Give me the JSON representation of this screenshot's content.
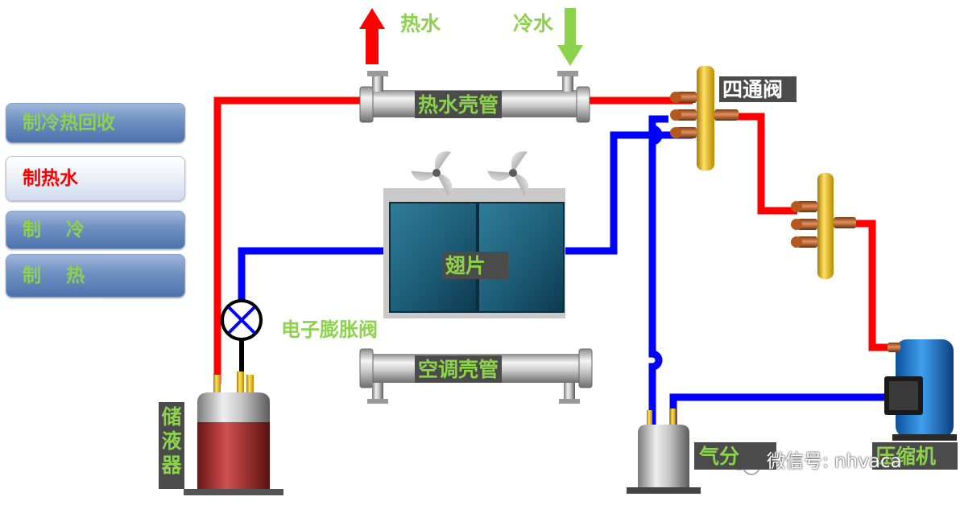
{
  "colors": {
    "hot_pipe": "#ff0000",
    "cold_pipe": "#0000ff",
    "label_green": "#8cd24a",
    "label_box": "#4b4b4b"
  },
  "modes": [
    {
      "label": "制冷热回收",
      "color": "#8cd24a",
      "active": false
    },
    {
      "label": "制热水",
      "color": "#ff0000",
      "active": true
    },
    {
      "label": "制　 冷",
      "color": "#8cd24a",
      "active": false
    },
    {
      "label": "制　 热",
      "color": "#8cd24a",
      "active": false
    }
  ],
  "labels": {
    "hot_water": "热水",
    "cold_water": "冷水",
    "hot_water_shell": "热水壳管",
    "four_way_valve": "四通阀",
    "fins": "翅片",
    "exv": "电子膨胀阀",
    "ac_shell": "空调壳管",
    "receiver": [
      "储",
      "液",
      "器"
    ],
    "gas_separator": "气分",
    "compressor": "压缩机",
    "watermark": "微信号: nhvaca"
  },
  "icons": [
    "arrow-up-icon",
    "arrow-down-icon",
    "fan-icon",
    "expansion-valve-icon",
    "wechat-icon"
  ]
}
